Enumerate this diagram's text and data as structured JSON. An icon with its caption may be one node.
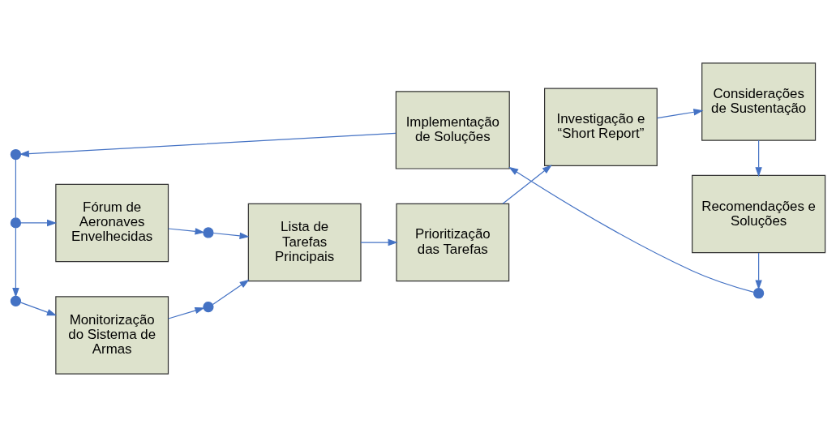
{
  "diagram": {
    "nodes": [
      {
        "text": [],
        "shape": "circle"
      },
      {
        "text": [
          "Monitorização do Sistema de Armas"
        ]
      },
      {
        "text": [],
        "shape": "circle"
      },
      {
        "text": [
          "Lista de Tarefas Principais"
        ]
      },
      {
        "text": [
          "Prioritização das Tarefas"
        ]
      },
      {
        "text": [
          "Investigação e “Short Report”"
        ]
      },
      {
        "text": [
          "Considerações de Sustentação"
        ]
      },
      {
        "text": [],
        "shape": "circle"
      },
      {
        "text": [
          "Fórum de Aeronaves Envelhecidas"
        ]
      },
      {
        "text": [],
        "shape": "circle"
      },
      {
        "text": [
          "Recomendações e Soluções"
        ]
      },
      {
        "text": [],
        "shape": "circle"
      },
      {
        "text": [
          "Implementação de Soluções"
        ]
      },
      {
        "text": [],
        "shape": "circle"
      }
    ],
    "edges": [
      {
        "from": 1,
        "to": 2,
        "arrow": "to"
      },
      {
        "from": 2,
        "to": 3,
        "arrow": "to"
      },
      {
        "from": 8,
        "to": 9,
        "arrow": "to"
      },
      {
        "from": 9,
        "to": 3,
        "arrow": "to"
      },
      {
        "from": 3,
        "to": 4,
        "arrow": "to"
      },
      {
        "from": 4,
        "to": 5,
        "arrow": "to"
      },
      {
        "from": 5,
        "to": 6,
        "arrow": "to"
      },
      {
        "from": 6,
        "to": 10,
        "arrow": "to"
      },
      {
        "from": 10,
        "to": 13,
        "arrow": "to"
      },
      {
        "from": 13,
        "to": 12,
        "arrow": "to"
      },
      {
        "from": 12,
        "to": 11,
        "arrow": "to"
      },
      {
        "from": 11,
        "to": 7,
        "arrow": "none"
      },
      {
        "from": 7,
        "to": 0,
        "arrow": "to"
      },
      {
        "from": 7,
        "to": 8,
        "arrow": "to"
      },
      {
        "from": 0,
        "to": 1,
        "arrow": "to"
      }
    ]
  }
}
